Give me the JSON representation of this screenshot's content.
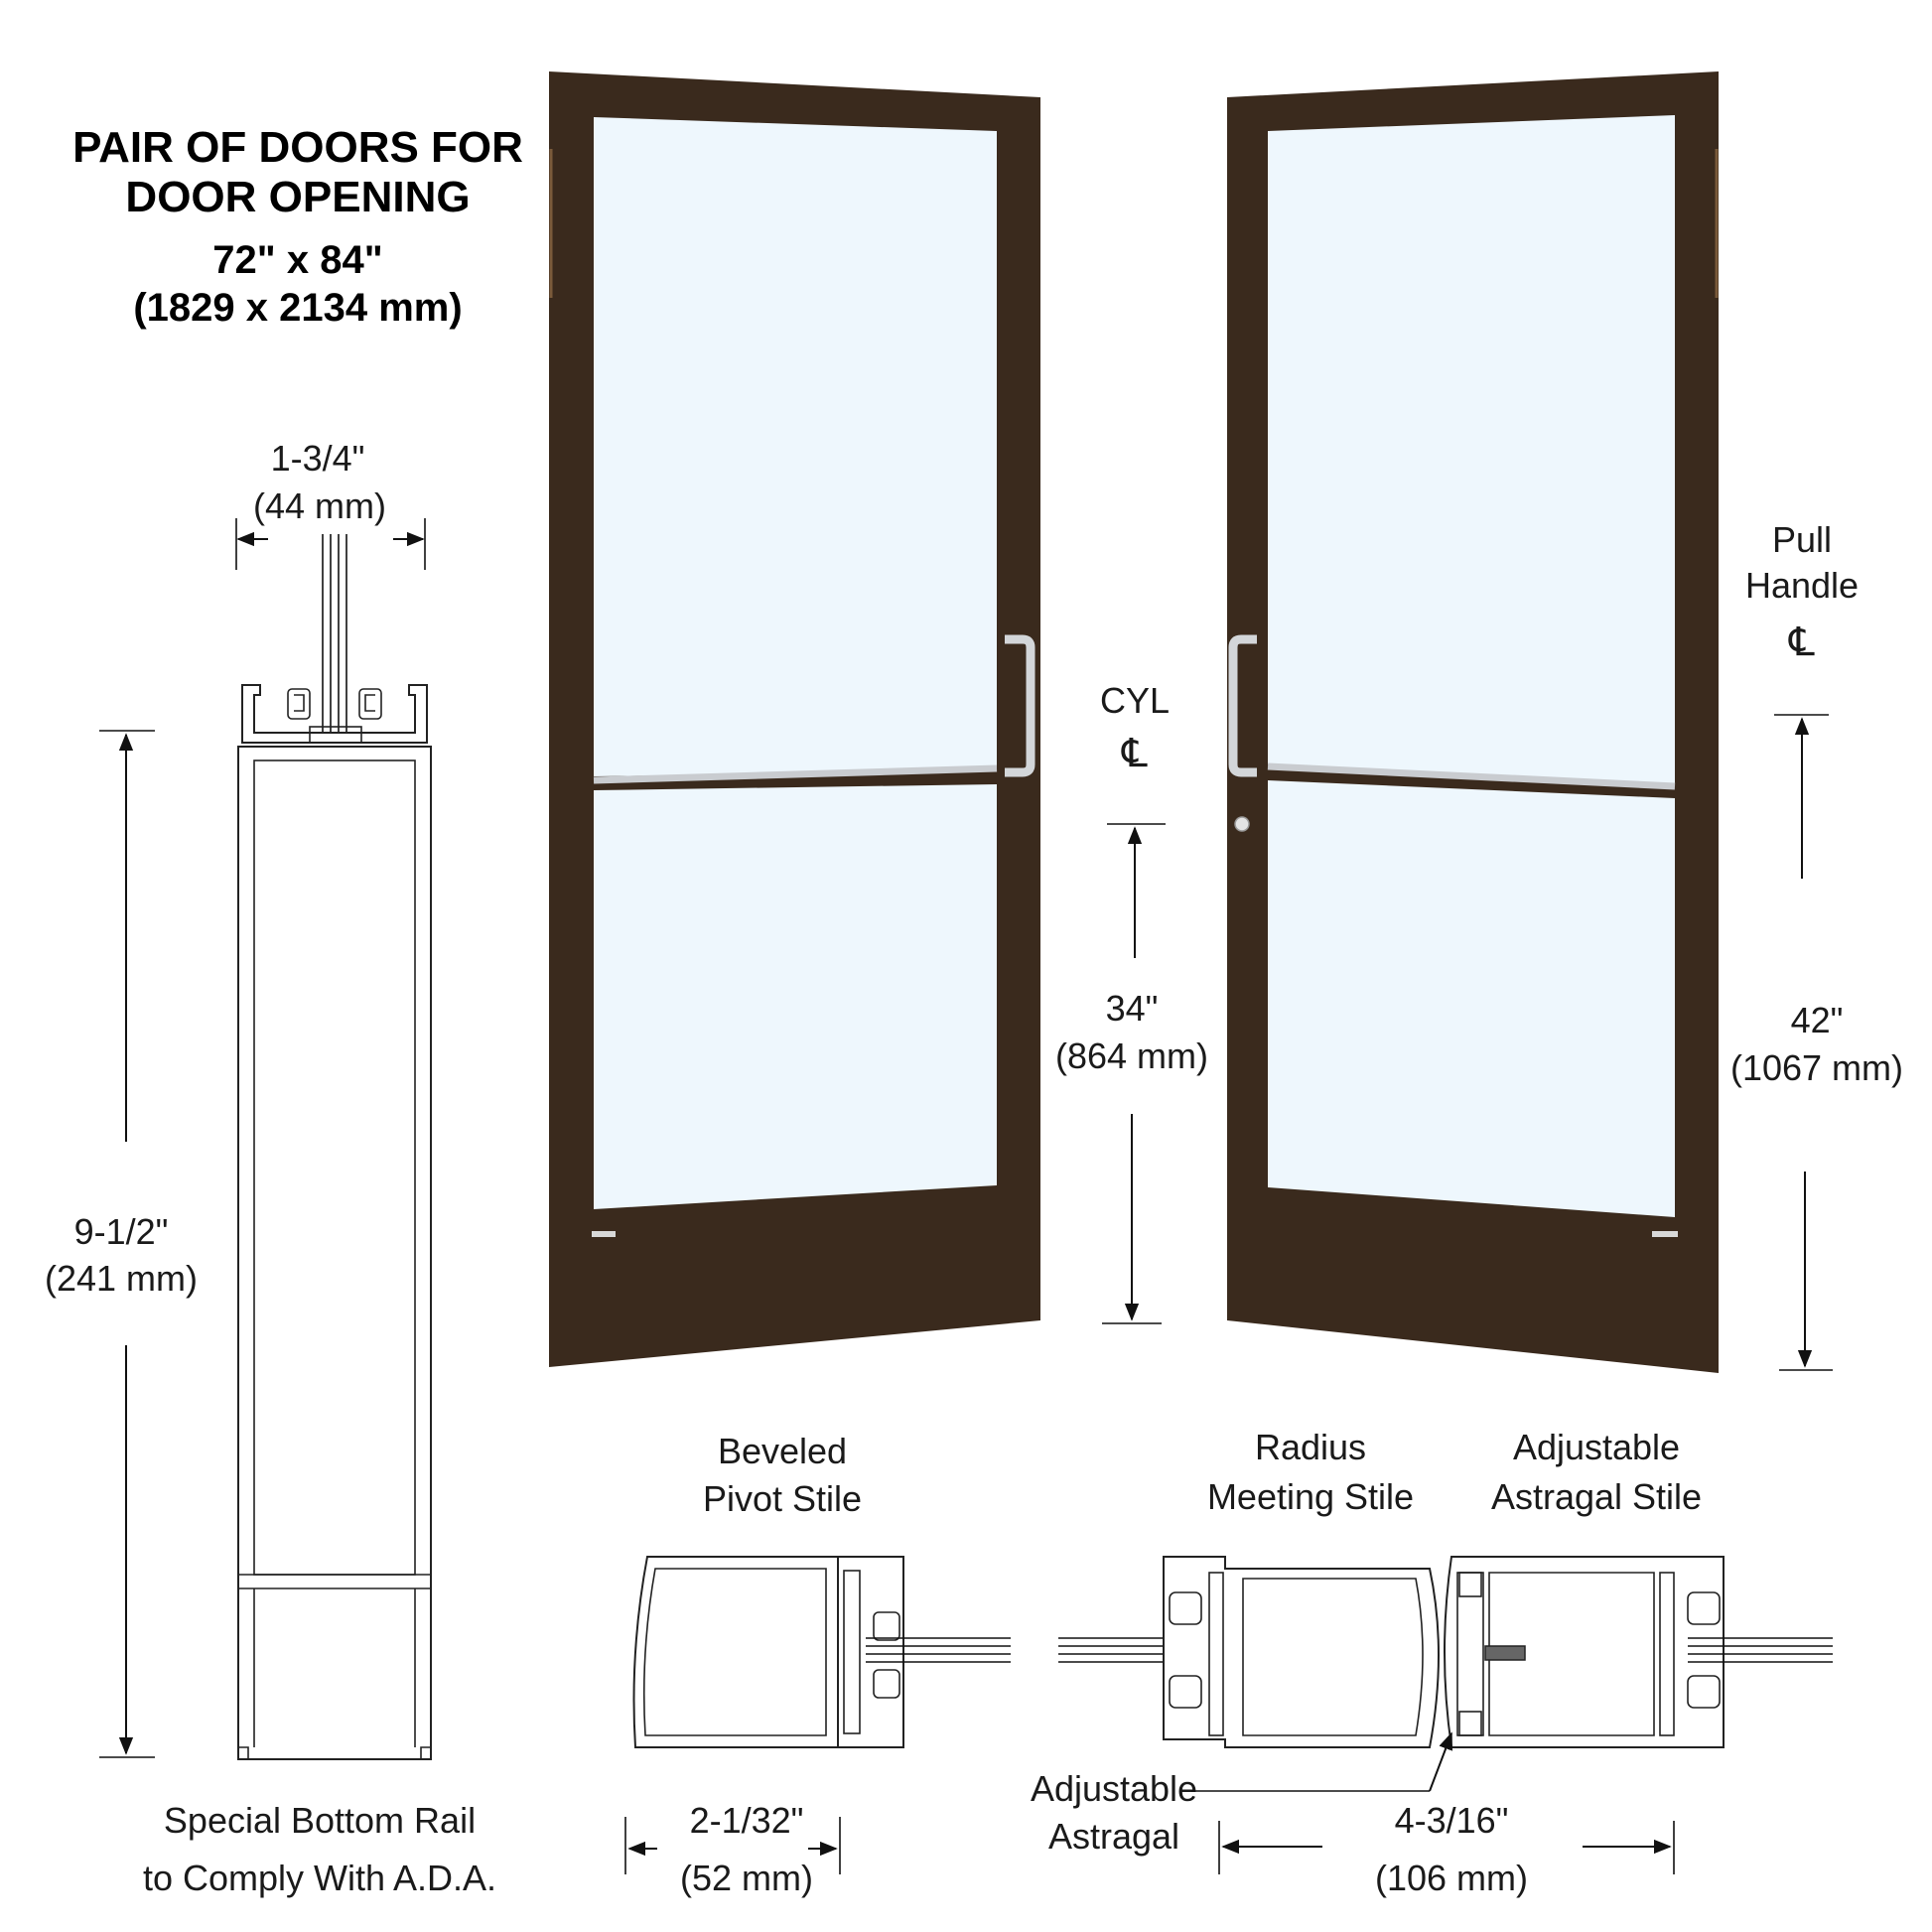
{
  "title": {
    "line1": "PAIR OF DOORS FOR",
    "line2": "DOOR OPENING",
    "size_in": "72\" x 84\"",
    "size_mm": "(1829 x 2134 mm)"
  },
  "bottom_rail": {
    "width_in": "1-3/4\"",
    "width_mm": "(44 mm)",
    "height_in": "9-1/2\"",
    "height_mm": "(241 mm)",
    "caption_line1": "Special Bottom Rail",
    "caption_line2": "to Comply With A.D.A."
  },
  "doors": {
    "frame_color": "#3a2a1d",
    "glass_color": "#eef7fd",
    "cyl_label": "CYL",
    "centerline_symbol": "℄",
    "cyl_height_in": "34\"",
    "cyl_height_mm": "(864 mm)",
    "pull_label_line1": "Pull",
    "pull_label_line2": "Handle",
    "pull_height_in": "42\"",
    "pull_height_mm": "(1067 mm)"
  },
  "stiles": {
    "pivot_line1": "Beveled",
    "pivot_line2": "Pivot Stile",
    "pivot_width_in": "2-1/32\"",
    "pivot_width_mm": "(52 mm)",
    "meeting_line1": "Radius",
    "meeting_line2": "Meeting Stile",
    "astragal_stile_line1": "Adjustable",
    "astragal_stile_line2": "Astragal Stile",
    "astragal_line1": "Adjustable",
    "astragal_line2": "Astragal",
    "meeting_width_in": "4-3/16\"",
    "meeting_width_mm": "(106 mm)"
  }
}
